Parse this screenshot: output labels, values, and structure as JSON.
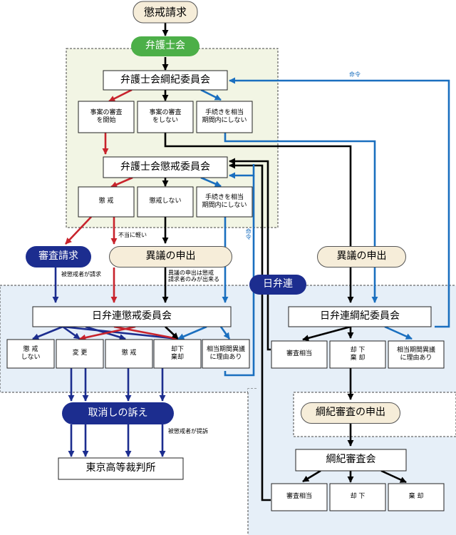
{
  "title": "懲戒請求",
  "bengoshikai": "弁護士会",
  "kouki_iinkai": "弁護士会綱紀委員会",
  "kouki_results": [
    "事案の審査\nを開始",
    "事案の審査\nをしない",
    "手続きを相当\n期間内にしない"
  ],
  "choukai_iinkai": "弁護士会懲戒委員会",
  "choukai_results": [
    "懲 戒",
    "懲戒しない",
    "手続きを相当\n期間内にしない"
  ],
  "futo_karui": "不当に軽い",
  "shinsa_seikyu": "審査請求",
  "igi_moushide_left": "異議の申出",
  "igi_moushide_right": "異議の申出",
  "nichibenren": "日弁連",
  "hichoukaisha_seikyu": "被懲戒者が請求",
  "igi_note": "異議の申出は懲戒\n請求者のみが出来る",
  "meirei_top": "命令",
  "meirei_vertical": "命令",
  "nichiben_choukai": "日弁連懲戒委員会",
  "nichiben_choukai_results": [
    "懲 戒\nしない",
    "変 更",
    "懲 戒",
    "却下\n棄却",
    "相当期間異議\nに理由あり"
  ],
  "nichiben_kouki": "日弁連綱紀委員会",
  "nichiben_kouki_results": [
    "審査相当",
    "却 下\n棄 却",
    "相当期間異議\nに理由あり"
  ],
  "torikeshi": "取消しの訴え",
  "hichoukaisha_teiso": "被懲戒者が提訴",
  "court": "東京高等裁判所",
  "kouki_shinsa_moushide": "綱紀審査の申出",
  "kouki_shinsakai": "綱紀審査会",
  "kouki_shinsakai_results": [
    "審査相当",
    "却 下",
    "棄 却"
  ],
  "colors": {
    "green_region": "#f2f5e4",
    "blue_region": "#e6eff8",
    "red_arrow": "#c8232c",
    "blue_arrow": "#1a6fbf",
    "navy_arrow": "#1c2d8f",
    "black_arrow": "#000000"
  }
}
